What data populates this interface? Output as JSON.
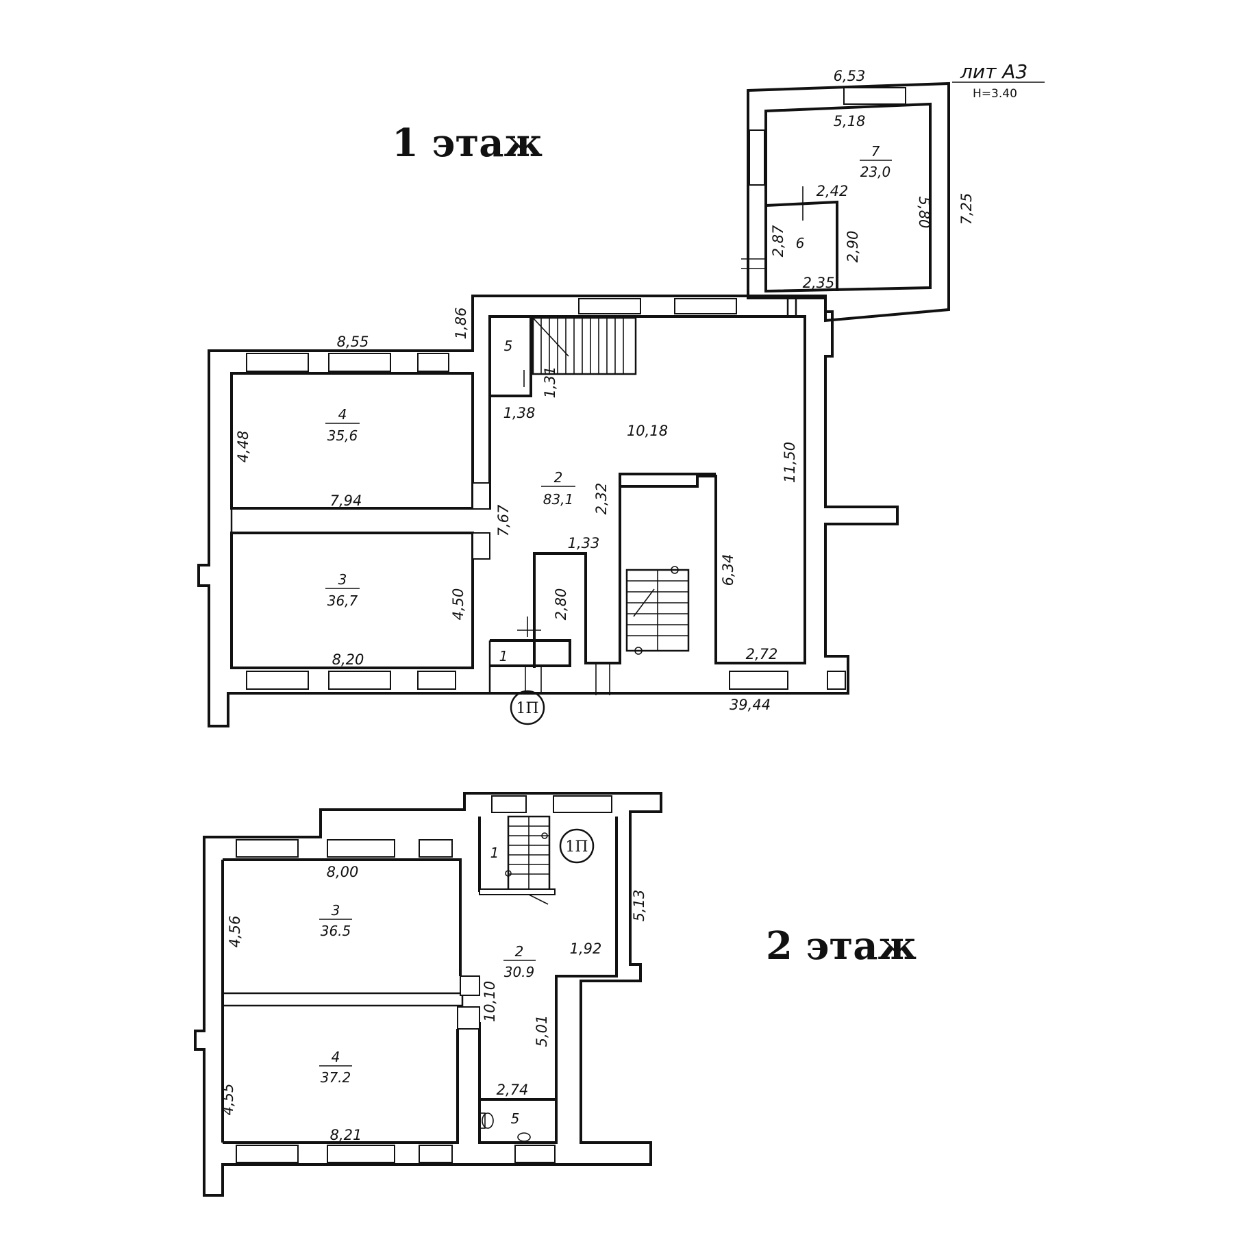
{
  "floor1": {
    "title": "1 этаж",
    "lit": {
      "name": "лит А3",
      "height": "Н=3.40"
    },
    "rooms": [
      {
        "num": "7",
        "area": "23,0"
      },
      {
        "num": "6"
      },
      {
        "num": "5"
      },
      {
        "num": "4",
        "area": "35,6"
      },
      {
        "num": "2",
        "area": "83,1"
      },
      {
        "num": "3",
        "area": "36,7"
      },
      {
        "num": "1"
      }
    ],
    "dims": {
      "d653": "6,53",
      "d518": "5,18",
      "d242": "2,42",
      "d580": "5,80",
      "d725": "7,25",
      "d287": "2,87",
      "d290": "2,90",
      "d235": "2,35",
      "d186": "1,86",
      "d855": "8,55",
      "d131": "1,31",
      "d138": "1,38",
      "d1018": "10,18",
      "d448": "4,48",
      "d1150": "11,50",
      "d232": "2,32",
      "d794": "7,94",
      "d767": "7,67",
      "d133": "1,33",
      "d634": "6,34",
      "d450": "4,50",
      "d280": "2,80",
      "d820": "8,20",
      "d272": "2,72",
      "d3944": "39,44"
    },
    "stair_mark": "1П"
  },
  "floor2": {
    "title": "2 этаж",
    "rooms": [
      {
        "num": "1"
      },
      {
        "num": "3",
        "area": "36.5"
      },
      {
        "num": "2",
        "area": "30.9"
      },
      {
        "num": "4",
        "area": "37.2"
      },
      {
        "num": "5"
      }
    ],
    "dims": {
      "d800": "8,00",
      "d456": "4,56",
      "d513": "5,13",
      "d192": "1,92",
      "d1010": "10,10",
      "d501": "5,01",
      "d274": "2,74",
      "d455": "4,55",
      "d821": "8,21"
    },
    "stair_mark": "1П"
  }
}
